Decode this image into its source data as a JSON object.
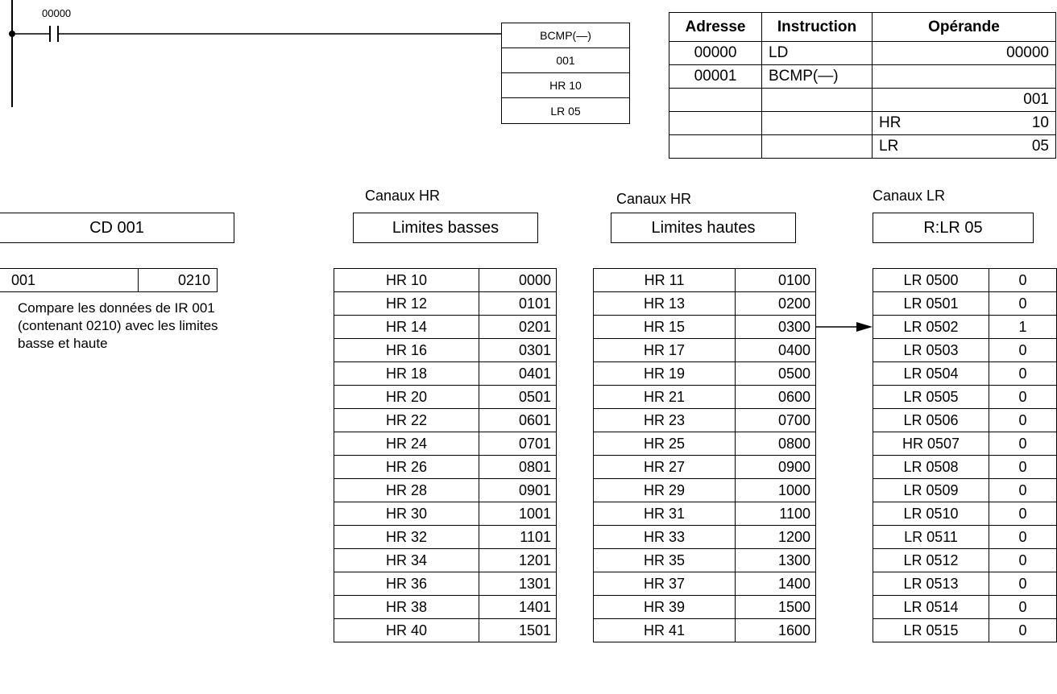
{
  "ladder": {
    "contact_label": "00000",
    "instruction": [
      "BCMP(—)",
      "001",
      "HR 10",
      "LR 05"
    ]
  },
  "mnemonic": {
    "headers": [
      "Adresse",
      "Instruction",
      "Opérande"
    ],
    "rows": [
      {
        "addr": "00000",
        "ins": "LD",
        "op_l": "",
        "op_r": "00000"
      },
      {
        "addr": "00001",
        "ins": "BCMP(—)",
        "op_l": "",
        "op_r": ""
      },
      {
        "addr": "",
        "ins": "",
        "op_l": "",
        "op_r": "001"
      },
      {
        "addr": "",
        "ins": "",
        "op_l": "HR",
        "op_r": "10"
      },
      {
        "addr": "",
        "ins": "",
        "op_l": "LR",
        "op_r": "05"
      }
    ]
  },
  "cd": {
    "title": "CD 001",
    "channel": "001",
    "value": "0210",
    "description": "Compare les données de IR 001 (contenant 0210) avec les limites basse et haute"
  },
  "low": {
    "caption": "Canaux HR",
    "title": "Limites basses",
    "rows": [
      [
        "HR 10",
        "0000"
      ],
      [
        "HR 12",
        "0101"
      ],
      [
        "HR 14",
        "0201"
      ],
      [
        "HR 16",
        "0301"
      ],
      [
        "HR 18",
        "0401"
      ],
      [
        "HR 20",
        "0501"
      ],
      [
        "HR 22",
        "0601"
      ],
      [
        "HR 24",
        "0701"
      ],
      [
        "HR 26",
        "0801"
      ],
      [
        "HR 28",
        "0901"
      ],
      [
        "HR 30",
        "1001"
      ],
      [
        "HR 32",
        "1101"
      ],
      [
        "HR 34",
        "1201"
      ],
      [
        "HR 36",
        "1301"
      ],
      [
        "HR 38",
        "1401"
      ],
      [
        "HR 40",
        "1501"
      ]
    ]
  },
  "high": {
    "caption": "Canaux HR",
    "title": "Limites hautes",
    "rows": [
      [
        "HR 11",
        "0100"
      ],
      [
        "HR 13",
        "0200"
      ],
      [
        "HR 15",
        "0300"
      ],
      [
        "HR 17",
        "0400"
      ],
      [
        "HR 19",
        "0500"
      ],
      [
        "HR 21",
        "0600"
      ],
      [
        "HR 23",
        "0700"
      ],
      [
        "HR 25",
        "0800"
      ],
      [
        "HR 27",
        "0900"
      ],
      [
        "HR 29",
        "1000"
      ],
      [
        "HR 31",
        "1100"
      ],
      [
        "HR 33",
        "1200"
      ],
      [
        "HR 35",
        "1300"
      ],
      [
        "HR 37",
        "1400"
      ],
      [
        "HR 39",
        "1500"
      ],
      [
        "HR 41",
        "1600"
      ]
    ]
  },
  "result": {
    "caption": "Canaux LR",
    "title": "R:LR 05",
    "rows": [
      [
        "LR 0500",
        "0"
      ],
      [
        "LR 0501",
        "0"
      ],
      [
        "LR 0502",
        "1"
      ],
      [
        "LR 0503",
        "0"
      ],
      [
        "LR 0504",
        "0"
      ],
      [
        "LR 0505",
        "0"
      ],
      [
        "LR 0506",
        "0"
      ],
      [
        "HR 0507",
        "0"
      ],
      [
        "LR 0508",
        "0"
      ],
      [
        "LR 0509",
        "0"
      ],
      [
        "LR 0510",
        "0"
      ],
      [
        "LR 0511",
        "0"
      ],
      [
        "LR 0512",
        "0"
      ],
      [
        "LR 0513",
        "0"
      ],
      [
        "LR 0514",
        "0"
      ],
      [
        "LR 0515",
        "0"
      ]
    ]
  }
}
